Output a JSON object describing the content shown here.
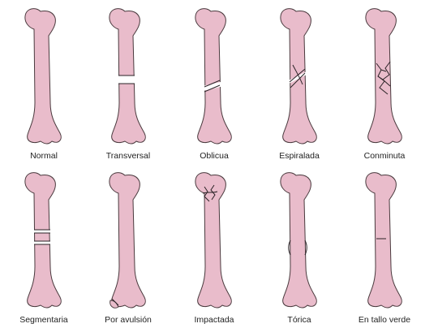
{
  "figure": {
    "labels": {
      "normal": "Normal",
      "transversal": "Transversal",
      "oblicua": "Oblicua",
      "espiralada": "Espiralada",
      "conminuta": "Conminuta",
      "segmentaria": "Segmentaria",
      "avulsion": "Por avulsión",
      "impactada": "Impactada",
      "torus": "Tórica",
      "tallo_verde": "En tallo verde"
    }
  }
}
